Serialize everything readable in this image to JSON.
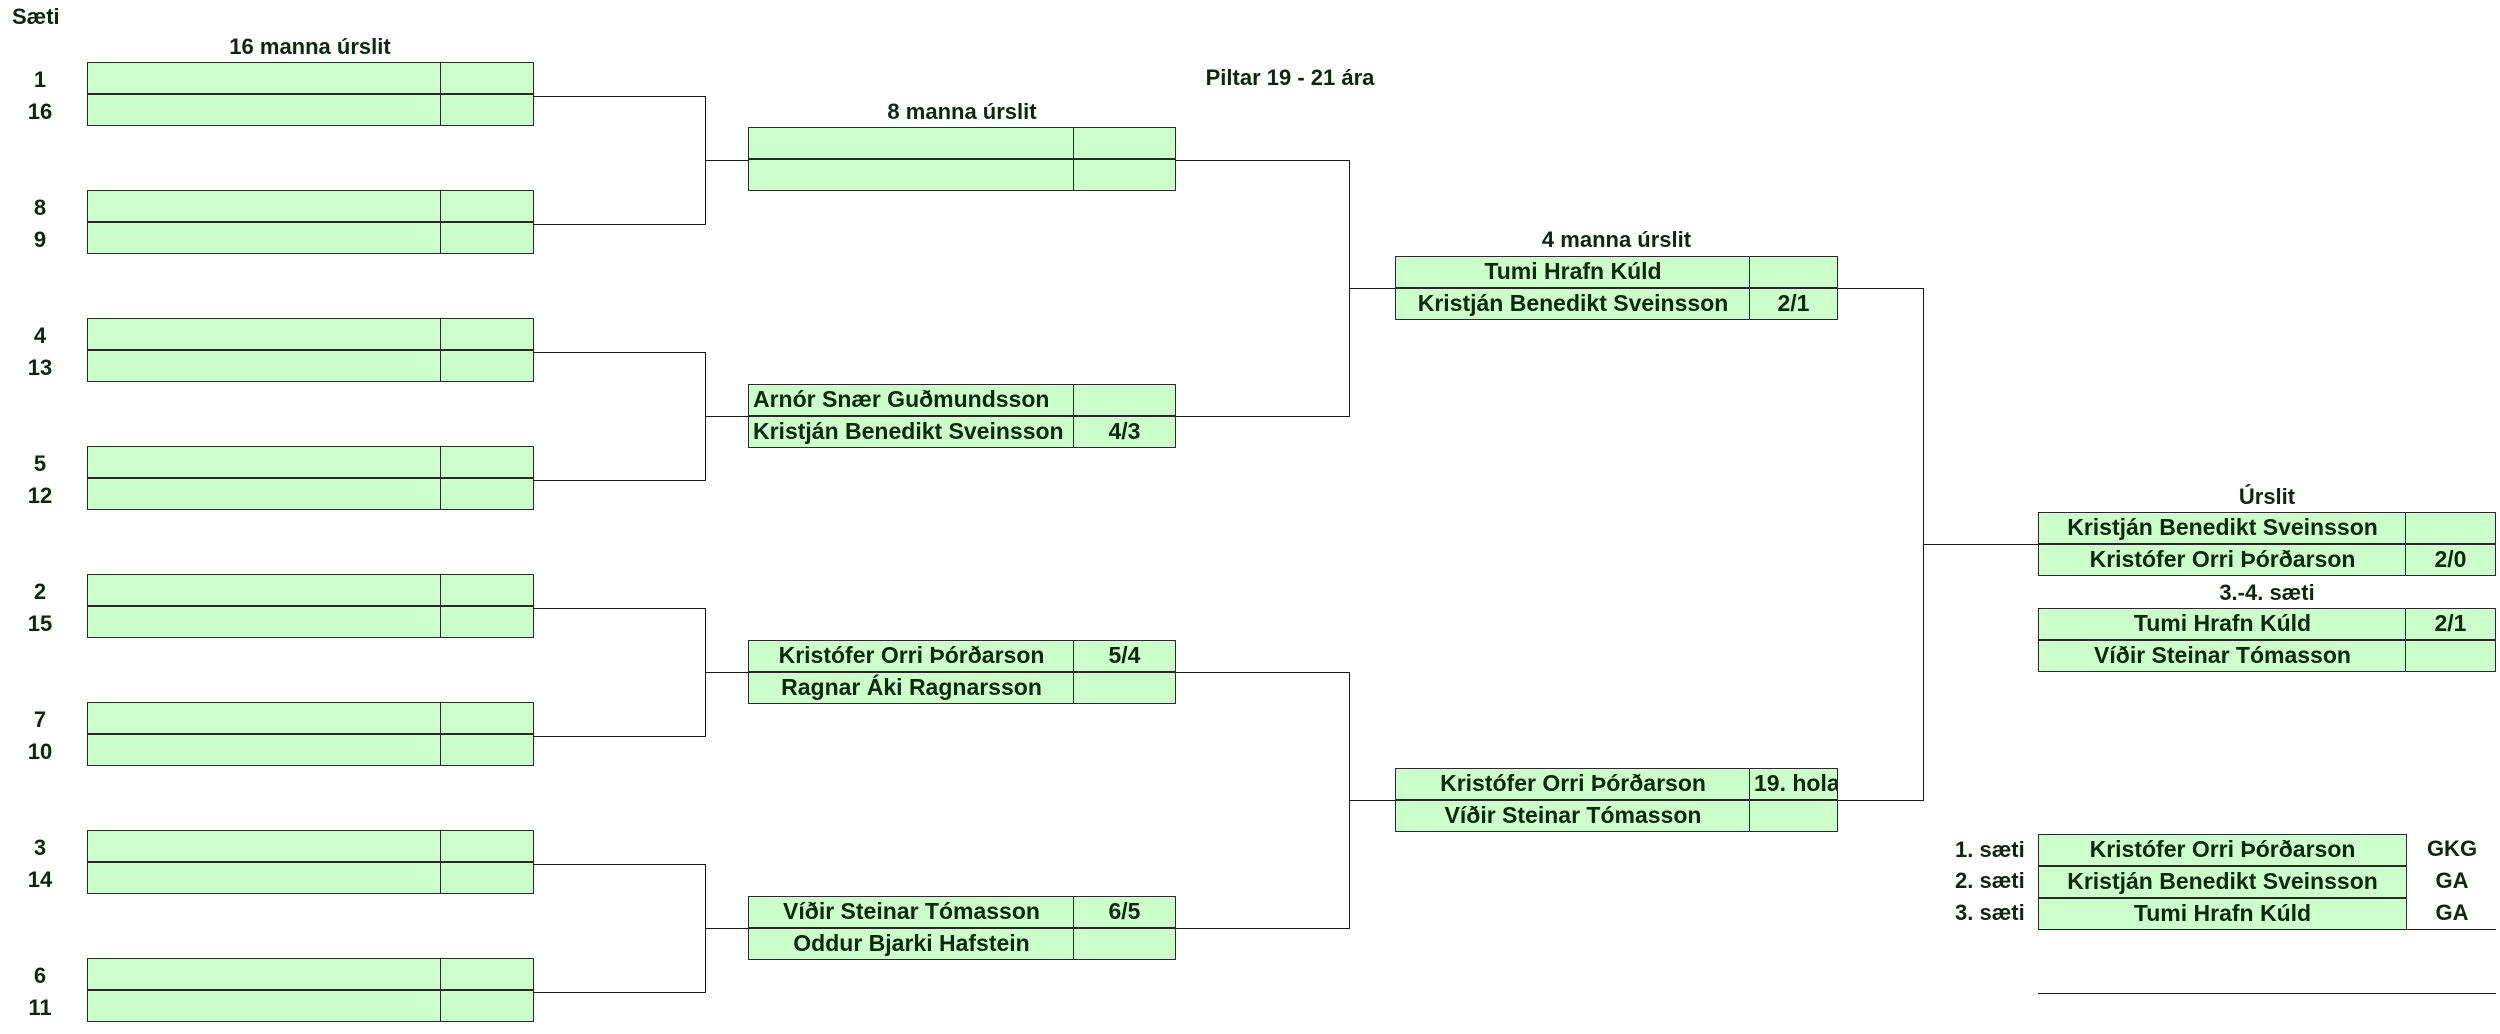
{
  "header": {
    "saeti": "Sæti",
    "title": "Piltar 19 - 21 ára",
    "round16": "16 manna úrslit",
    "round8": "8 manna úrslit",
    "round4": "4 manna úrslit",
    "final": "Úrslit",
    "third": "3.-4. sæti"
  },
  "seeds": [
    "1",
    "16",
    "8",
    "9",
    "4",
    "13",
    "5",
    "12",
    "2",
    "15",
    "7",
    "10",
    "3",
    "14",
    "6",
    "11"
  ],
  "r8": [
    {
      "p1": "",
      "s1": "",
      "p2": "",
      "s2": ""
    },
    {
      "p1": "Arnór Snær Guðmundsson",
      "s1": "",
      "p2": "Kristján Benedikt Sveinsson",
      "s2": "4/3"
    },
    {
      "p1": "Kristófer Orri Þórðarson",
      "s1": "5/4",
      "p2": "Ragnar Áki Ragnarsson",
      "s2": ""
    },
    {
      "p1": "Víðir Steinar Tómasson",
      "s1": "6/5",
      "p2": "Oddur Bjarki Hafstein",
      "s2": ""
    }
  ],
  "r4": [
    {
      "p1": "Tumi Hrafn Kúld",
      "s1": "",
      "p2": "Kristján Benedikt Sveinsson",
      "s2": "2/1"
    },
    {
      "p1": "Kristófer Orri Þórðarson",
      "s1": "19. hola",
      "p2": "Víðir Steinar Tómasson",
      "s2": ""
    }
  ],
  "final_match": {
    "p1": "Kristján Benedikt Sveinsson",
    "s1": "",
    "p2": "Kristófer Orri Þórðarson",
    "s2": "2/0"
  },
  "third_match": {
    "p1": "Tumi Hrafn Kúld",
    "s1": "2/1",
    "p2": "Víðir Steinar Tómasson",
    "s2": ""
  },
  "standings": [
    {
      "place": "1. sæti",
      "name": "Kristófer Orri Þórðarson",
      "club": "GKG"
    },
    {
      "place": "2. sæti",
      "name": "Kristján Benedikt Sveinsson",
      "club": "GA"
    },
    {
      "place": "3. sæti",
      "name": "Tumi Hrafn Kúld",
      "club": "GA"
    }
  ]
}
